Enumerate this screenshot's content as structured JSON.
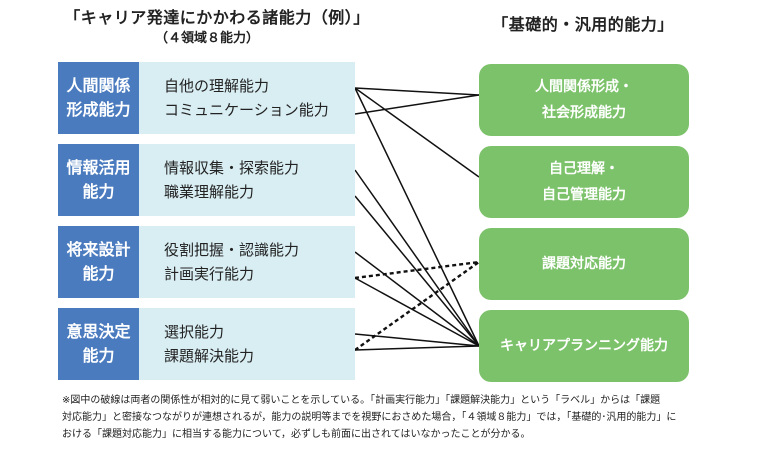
{
  "left_title": "「キャリア発達にかかわる諸能力（例）」",
  "left_subtitle": "（４領域８能力）",
  "right_title": "「基礎的・汎用的能力」",
  "groups": [
    {
      "category": [
        "人間関係",
        "形成能力"
      ],
      "items": [
        "自他の理解能力",
        "コミュニケーション能力"
      ]
    },
    {
      "category": [
        "情報活用",
        "能力"
      ],
      "items": [
        "情報収集・探索能力",
        "職業理解能力"
      ]
    },
    {
      "category": [
        "将来設計",
        "能力"
      ],
      "items": [
        "役割把握・認識能力",
        "計画実行能力"
      ]
    },
    {
      "category": [
        "意思決定",
        "能力"
      ],
      "items": [
        "選択能力",
        "課題解決能力"
      ]
    }
  ],
  "capabilities": [
    [
      "人間関係形成・",
      "社会形成能力"
    ],
    [
      "自己理解・",
      "自己管理能力"
    ],
    [
      "課題対応能力"
    ],
    [
      "キャリアプランニング能力"
    ]
  ],
  "connections": [
    {
      "from": 0,
      "to": 0,
      "style": "solid"
    },
    {
      "from": 0,
      "to": 1,
      "style": "solid"
    },
    {
      "from": 1,
      "to": 0,
      "style": "solid"
    },
    {
      "from": 0,
      "to": 3,
      "style": "solid"
    },
    {
      "from": 2,
      "to": 3,
      "style": "solid"
    },
    {
      "from": 3,
      "to": 3,
      "style": "solid"
    },
    {
      "from": 4,
      "to": 3,
      "style": "solid"
    },
    {
      "from": 5,
      "to": 2,
      "style": "dashed"
    },
    {
      "from": 5,
      "to": 3,
      "style": "solid"
    },
    {
      "from": 6,
      "to": 3,
      "style": "solid"
    },
    {
      "from": 7,
      "to": 2,
      "style": "dashed"
    },
    {
      "from": 7,
      "to": 3,
      "style": "solid"
    }
  ],
  "note_lines": [
    "※図中の破線は両者の関係性が相対的に見て弱いことを示している。「計画実行能力」「課題解決能力」という「ラベル」からは「課題",
    "対応能力」と密接なつながりが連想されるが，能力の説明等までを視野におさめた場合，「４領域８能力」では，「基礎的･汎用的能力」に",
    "おける「課題対応能力」に相当する能力について，必ずしも前面に出されてはいなかったことが分かる。"
  ]
}
